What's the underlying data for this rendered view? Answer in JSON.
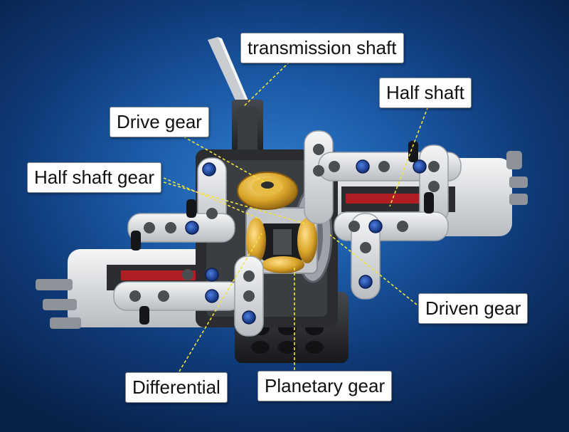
{
  "diagram": {
    "labels": {
      "transmission_shaft": "transmission shaft",
      "half_shaft": "Half shaft",
      "drive_gear": "Drive gear",
      "half_shaft_gear": "Half shaft gear",
      "driven_gear": "Driven gear",
      "differential": "Differential",
      "planetary_gear": "Planetary gear"
    },
    "colors": {
      "background": "#1b5aa6",
      "leader_line": "#f2e33a",
      "beam": "#dcdee0",
      "connector_pin": "#1f4fb8",
      "gear_gold": "#d9a429",
      "housing_dark": "#2a2c30",
      "accent_red": "#b01e24"
    }
  }
}
